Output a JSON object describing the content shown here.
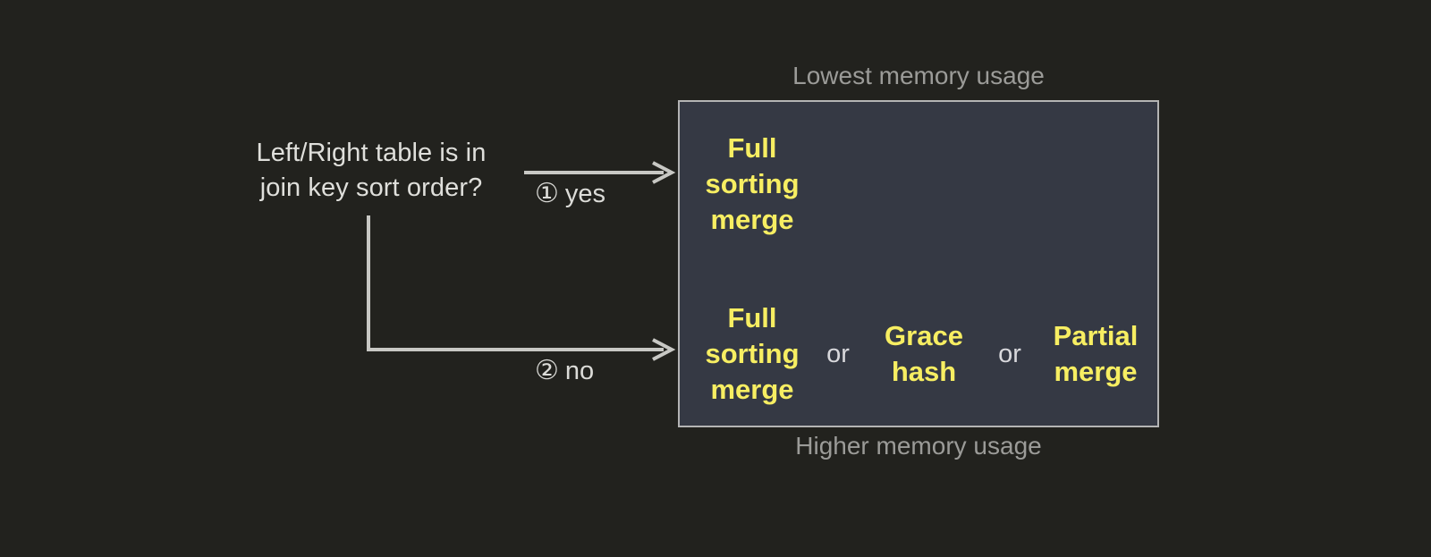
{
  "diagram": {
    "question": "Left/Right table is in\njoin key sort order?",
    "branches": [
      {
        "marker": "①",
        "label": "yes",
        "name": "yes"
      },
      {
        "marker": "②",
        "label": "no",
        "name": "no"
      }
    ],
    "captions": {
      "top": "Lowest memory usage",
      "bottom": "Higher memory usage"
    },
    "conjunction": "or",
    "rows": {
      "sorted": {
        "options": [
          {
            "text": "Full\nsorting\nmerge"
          }
        ]
      },
      "unsorted": {
        "options": [
          {
            "text": "Full\nsorting\nmerge"
          },
          {
            "text": "Grace\nhash"
          },
          {
            "text": "Partial\nmerge"
          }
        ]
      }
    },
    "colors": {
      "background": "#22221e",
      "box_fill": "#353944",
      "box_border": "#b4b4b4",
      "option_text": "#f7ee62",
      "body_text": "#dfdfdb",
      "caption_text": "#9b9b98",
      "connector": "#c8c8c4"
    }
  }
}
